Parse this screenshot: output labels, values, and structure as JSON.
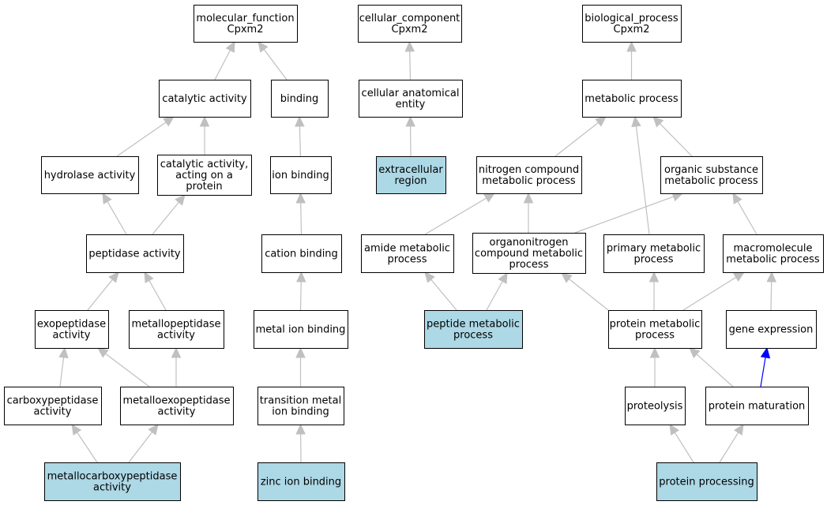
{
  "colors": {
    "background": "#ffffff",
    "node_fill": "#ffffff",
    "highlight_fill": "#add8e6",
    "node_border": "#000000",
    "edge": "#c0c0c0",
    "special_edge": "#0000ff"
  },
  "nodes": [
    {
      "id": "molecular_function",
      "lines": [
        "molecular_function",
        "Cpxm2"
      ],
      "highlight": false
    },
    {
      "id": "cellular_component",
      "lines": [
        "cellular_component",
        "Cpxm2"
      ],
      "highlight": false
    },
    {
      "id": "biological_process",
      "lines": [
        "biological_process",
        "Cpxm2"
      ],
      "highlight": false
    },
    {
      "id": "catalytic_activity",
      "lines": [
        "catalytic activity"
      ],
      "highlight": false
    },
    {
      "id": "binding",
      "lines": [
        "binding"
      ],
      "highlight": false
    },
    {
      "id": "cellular_anatomical_entity",
      "lines": [
        "cellular anatomical",
        "entity"
      ],
      "highlight": false
    },
    {
      "id": "metabolic_process",
      "lines": [
        "metabolic process"
      ],
      "highlight": false
    },
    {
      "id": "hydrolase_activity",
      "lines": [
        "hydrolase activity"
      ],
      "highlight": false
    },
    {
      "id": "catalytic_activity_protein",
      "lines": [
        "catalytic activity,",
        "acting on a",
        "protein"
      ],
      "highlight": false
    },
    {
      "id": "ion_binding",
      "lines": [
        "ion binding"
      ],
      "highlight": false
    },
    {
      "id": "extracellular_region",
      "lines": [
        "extracellular",
        "region"
      ],
      "highlight": true
    },
    {
      "id": "nitrogen_compound",
      "lines": [
        "nitrogen compound",
        "metabolic process"
      ],
      "highlight": false
    },
    {
      "id": "organic_substance",
      "lines": [
        "organic substance",
        "metabolic process"
      ],
      "highlight": false
    },
    {
      "id": "peptidase_activity",
      "lines": [
        "peptidase activity"
      ],
      "highlight": false
    },
    {
      "id": "cation_binding",
      "lines": [
        "cation binding"
      ],
      "highlight": false
    },
    {
      "id": "amide_metabolic",
      "lines": [
        "amide metabolic",
        "process"
      ],
      "highlight": false
    },
    {
      "id": "organonitrogen",
      "lines": [
        "organonitrogen",
        "compound metabolic",
        "process"
      ],
      "highlight": false
    },
    {
      "id": "primary_metabolic",
      "lines": [
        "primary metabolic",
        "process"
      ],
      "highlight": false
    },
    {
      "id": "macromolecule_metabolic",
      "lines": [
        "macromolecule",
        "metabolic process"
      ],
      "highlight": false
    },
    {
      "id": "exopeptidase",
      "lines": [
        "exopeptidase",
        "activity"
      ],
      "highlight": false
    },
    {
      "id": "metallopeptidase",
      "lines": [
        "metallopeptidase",
        "activity"
      ],
      "highlight": false
    },
    {
      "id": "metal_ion_binding",
      "lines": [
        "metal ion binding"
      ],
      "highlight": false
    },
    {
      "id": "peptide_metabolic",
      "lines": [
        "peptide metabolic",
        "process"
      ],
      "highlight": true
    },
    {
      "id": "protein_metabolic",
      "lines": [
        "protein metabolic",
        "process"
      ],
      "highlight": false
    },
    {
      "id": "gene_expression",
      "lines": [
        "gene expression"
      ],
      "highlight": false
    },
    {
      "id": "carboxypeptidase",
      "lines": [
        "carboxypeptidase",
        "activity"
      ],
      "highlight": false
    },
    {
      "id": "metalloexopeptidase",
      "lines": [
        "metalloexopeptidase",
        "activity"
      ],
      "highlight": false
    },
    {
      "id": "transition_metal",
      "lines": [
        "transition metal",
        "ion binding"
      ],
      "highlight": false
    },
    {
      "id": "proteolysis",
      "lines": [
        "proteolysis"
      ],
      "highlight": false
    },
    {
      "id": "protein_maturation",
      "lines": [
        "protein maturation"
      ],
      "highlight": false
    },
    {
      "id": "metallocarboxypeptidase",
      "lines": [
        "metallocarboxypeptidase",
        "activity"
      ],
      "highlight": true
    },
    {
      "id": "zinc_ion_binding",
      "lines": [
        "zinc ion binding"
      ],
      "highlight": true
    },
    {
      "id": "protein_processing",
      "lines": [
        "protein processing"
      ],
      "highlight": true
    }
  ],
  "edges": [
    {
      "from": "catalytic_activity",
      "to": "molecular_function"
    },
    {
      "from": "binding",
      "to": "molecular_function"
    },
    {
      "from": "cellular_anatomical_entity",
      "to": "cellular_component"
    },
    {
      "from": "metabolic_process",
      "to": "biological_process"
    },
    {
      "from": "hydrolase_activity",
      "to": "catalytic_activity"
    },
    {
      "from": "catalytic_activity_protein",
      "to": "catalytic_activity"
    },
    {
      "from": "ion_binding",
      "to": "binding"
    },
    {
      "from": "extracellular_region",
      "to": "cellular_anatomical_entity"
    },
    {
      "from": "nitrogen_compound",
      "to": "metabolic_process"
    },
    {
      "from": "organic_substance",
      "to": "metabolic_process"
    },
    {
      "from": "primary_metabolic",
      "to": "metabolic_process"
    },
    {
      "from": "peptidase_activity",
      "to": "hydrolase_activity"
    },
    {
      "from": "peptidase_activity",
      "to": "catalytic_activity_protein"
    },
    {
      "from": "cation_binding",
      "to": "ion_binding"
    },
    {
      "from": "amide_metabolic",
      "to": "nitrogen_compound"
    },
    {
      "from": "organonitrogen",
      "to": "nitrogen_compound"
    },
    {
      "from": "organonitrogen",
      "to": "organic_substance"
    },
    {
      "from": "macromolecule_metabolic",
      "to": "organic_substance"
    },
    {
      "from": "exopeptidase",
      "to": "peptidase_activity"
    },
    {
      "from": "metallopeptidase",
      "to": "peptidase_activity"
    },
    {
      "from": "metal_ion_binding",
      "to": "cation_binding"
    },
    {
      "from": "peptide_metabolic",
      "to": "amide_metabolic"
    },
    {
      "from": "peptide_metabolic",
      "to": "organonitrogen"
    },
    {
      "from": "protein_metabolic",
      "to": "organonitrogen"
    },
    {
      "from": "protein_metabolic",
      "to": "primary_metabolic"
    },
    {
      "from": "protein_metabolic",
      "to": "macromolecule_metabolic"
    },
    {
      "from": "gene_expression",
      "to": "macromolecule_metabolic"
    },
    {
      "from": "carboxypeptidase",
      "to": "exopeptidase"
    },
    {
      "from": "metalloexopeptidase",
      "to": "exopeptidase"
    },
    {
      "from": "metalloexopeptidase",
      "to": "metallopeptidase"
    },
    {
      "from": "transition_metal",
      "to": "metal_ion_binding"
    },
    {
      "from": "proteolysis",
      "to": "protein_metabolic"
    },
    {
      "from": "protein_maturation",
      "to": "protein_metabolic"
    },
    {
      "from": "protein_maturation",
      "to": "gene_expression",
      "special": true
    },
    {
      "from": "metallocarboxypeptidase",
      "to": "carboxypeptidase"
    },
    {
      "from": "metallocarboxypeptidase",
      "to": "metalloexopeptidase"
    },
    {
      "from": "zinc_ion_binding",
      "to": "transition_metal"
    },
    {
      "from": "protein_processing",
      "to": "proteolysis"
    },
    {
      "from": "protein_processing",
      "to": "protein_maturation"
    }
  ]
}
